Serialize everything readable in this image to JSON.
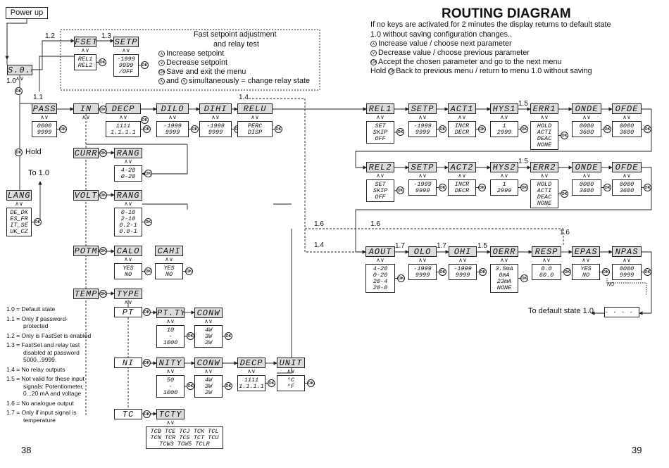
{
  "title": "ROUTING DIAGRAM",
  "header": {
    "lines": [
      "If no keys are activated for 2 minutes the display returns to default state",
      "1.0 without saving configuration changes.."
    ],
    "keys": [
      {
        "icon": "up-arrow-icon",
        "text": "Increase value / choose next parameter"
      },
      {
        "icon": "down-arrow-icon",
        "text": "Decrease value / choose previous parameter"
      },
      {
        "icon": "ok-icon",
        "text": "Accept the chosen parameter and go to the next menu"
      }
    ],
    "hold": {
      "prefix": "Hold",
      "text": "Back to previous menu / return to menu 1.0 without saving"
    }
  },
  "fast_setpoint": {
    "title1": "Fast setpoint adjustment",
    "title2": "and relay test",
    "items": [
      "Increase setpoint",
      "Decrease setpoint",
      "Save and exit the menu"
    ],
    "combo_and": "and",
    "combo_text": "simultaneously = change relay state"
  },
  "labels": {
    "power_up": "Power up",
    "l10": "1.0",
    "l11": "1.1",
    "l12": "1.2",
    "l13": "1.3",
    "l14": "1.4",
    "l15a": "1.5",
    "l15b": "1.5",
    "l15c": "1.5",
    "l16a": "1.6",
    "l16b": "1.6",
    "l16c": "1.6",
    "l17a": "1.7",
    "l17b": "1.7",
    "hold": "Hold",
    "to10": "To 1.0",
    "to_default": "To default state 1.0",
    "no": "NO",
    "arrows": "^ v",
    "ok": "OK"
  },
  "displays": {
    "s00": "S.0.0",
    "fset": "FSET",
    "setp": "SETP",
    "pass": "PASS",
    "in": "IN",
    "decp": "DECP",
    "dilo": "DILO",
    "dihi": "DIHI",
    "relu": "RELU",
    "rel1": "REL1",
    "setp1": "SETP",
    "act1": "ACT1",
    "hys1": "HYS1",
    "err1": "ERR1",
    "onde1": "ONDE",
    "ofde1": "OFDE",
    "rel2": "REL2",
    "setp2": "SETP",
    "act2": "ACT2",
    "hys2": "HYS2",
    "err2": "ERR2",
    "onde2": "ONDE",
    "ofde2": "OFDE",
    "aout": "AOUT",
    "olo": "OLO",
    "ohi": "OHI",
    "oerr": "OERR",
    "resp": "RESP",
    "epas": "EPAS",
    "npas": "NPAS",
    "lang": "LANG",
    "curr": "CURR",
    "rang1": "RANG",
    "volt": "VOLT",
    "rang2": "RANG",
    "potm": "POTM",
    "calo": "CALO",
    "cahi": "CAHI",
    "temp": "TEMP",
    "type": "TYPE",
    "pt": "PT",
    "ptty": "PT.TY",
    "conw1": "CONW",
    "ni": "NI",
    "nity": "NITY",
    "conw2": "CONW",
    "decp2": "DECP",
    "unit": "UNIT",
    "tc": "TC",
    "tcty": "TCTY",
    "dash": "- - - - - -"
  },
  "values": {
    "fset": [
      "REL1",
      "REL2"
    ],
    "setp": [
      "-1999",
      "9999",
      "/OFF"
    ],
    "pass": [
      "0000",
      "9999"
    ],
    "decp": [
      "1111",
      "1.1.1.1"
    ],
    "dilo": [
      "-1999",
      "9999"
    ],
    "dihi": [
      "-1999",
      "9999"
    ],
    "relu": [
      "PERC",
      "DISP"
    ],
    "rel1": [
      "SET",
      "SKIP",
      "OFF"
    ],
    "setp1": [
      "-1999",
      "9999"
    ],
    "act1": [
      "INCR",
      "DECR"
    ],
    "hys1": [
      "1",
      "2999"
    ],
    "err1": [
      "HOLD",
      "ACTI",
      "DEAC",
      "NONE"
    ],
    "onde1": [
      "0000",
      "3600"
    ],
    "ofde1": [
      "0000",
      "3600"
    ],
    "rel2": [
      "SET",
      "SKIP",
      "OFF"
    ],
    "setp2": [
      "-1999",
      "9999"
    ],
    "act2": [
      "INCR",
      "DECR"
    ],
    "hys2": [
      "1",
      "2999"
    ],
    "err2": [
      "HOLD",
      "ACTI",
      "DEAC",
      "NONE"
    ],
    "onde2": [
      "0000",
      "3600"
    ],
    "ofde2": [
      "0000",
      "3600"
    ],
    "aout": [
      "4-20",
      "0-20",
      "20-4",
      "20-0"
    ],
    "olo": [
      "-1999",
      "9999"
    ],
    "ohi": [
      "-1999",
      "9999"
    ],
    "oerr": [
      "3.5mA",
      "0mA",
      "23mA",
      "NONE"
    ],
    "resp": [
      "0.0",
      "60.0"
    ],
    "epas": [
      "YES",
      "NO"
    ],
    "npas": [
      "0000",
      "9999"
    ],
    "lang": [
      "DE_DK",
      "ES_FR",
      "IT_SE",
      "UK_CZ"
    ],
    "rang1": [
      "4-20",
      "0-20"
    ],
    "rang2": [
      "0-10",
      "2-10",
      "0.2-1",
      "0.0-1"
    ],
    "calo": [
      "YES",
      "NO"
    ],
    "cahi": [
      "YES",
      "NO"
    ],
    "ptty": [
      "10",
      "-",
      "1000"
    ],
    "conw1": [
      "4W",
      "3W",
      "2W"
    ],
    "nity": [
      "50",
      "-",
      "1000"
    ],
    "conw2": [
      "4W",
      "3W",
      "2W"
    ],
    "decp2": [
      "1111",
      "1.1.1.1"
    ],
    "unit": [
      "°C",
      "°F"
    ],
    "tcty": [
      "TCB TCE TCJ TCK TCL",
      "TCN TCR TCS TCT TCU",
      "TCW3 TCW5 TCLR"
    ]
  },
  "notes": [
    "1.0 = Default state",
    "1.1 = Only if password-",
    "        protected",
    "1.2 = Only is FastSet is enabled",
    "1.3 = FastSet and relay test",
    "        disabled at password",
    "        5000...9999.",
    "1.4 = No relay outputs",
    "1.5 = Not valid for these input",
    "        signals: Potentiometer,",
    "        0...20 mA and voltage",
    "1.6 = No analogue output",
    "1.7 = Only if input signal is",
    "        temperature"
  ],
  "pages": {
    "left": "38",
    "right": "39"
  }
}
